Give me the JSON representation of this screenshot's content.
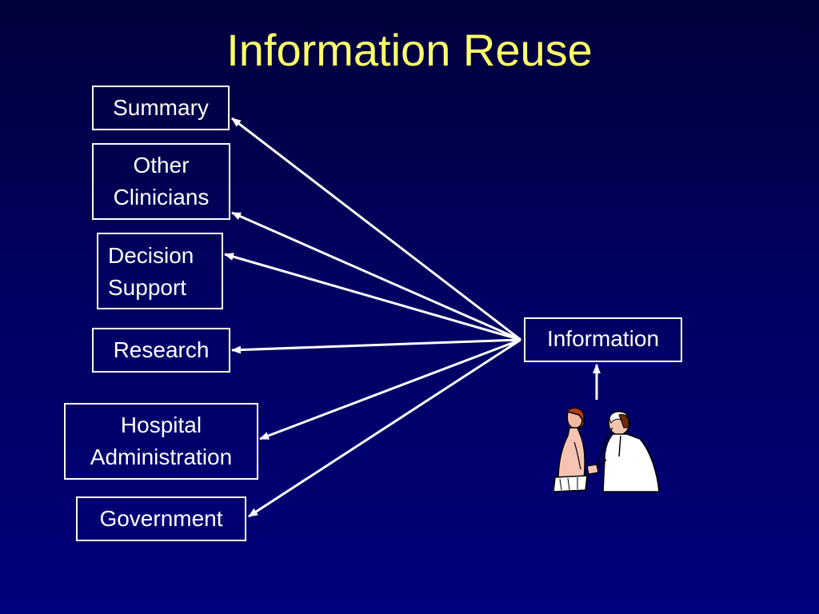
{
  "title": "Information Reuse",
  "hub": {
    "label": "Information"
  },
  "targets": {
    "summary": [
      "Summary"
    ],
    "other_clinicians": [
      "Other",
      "Clinicians"
    ],
    "decision_support": [
      "Decision",
      "Support"
    ],
    "research": [
      "Research"
    ],
    "hospital_administration": [
      "Hospital",
      "Administration"
    ],
    "government": [
      "Government"
    ]
  },
  "colors": {
    "background_top": "#00003a",
    "background_bottom": "#00007a",
    "title": "#ffff66",
    "text_and_lines": "#ffffff"
  },
  "illustration": "doctor-examining-patient-clipart"
}
